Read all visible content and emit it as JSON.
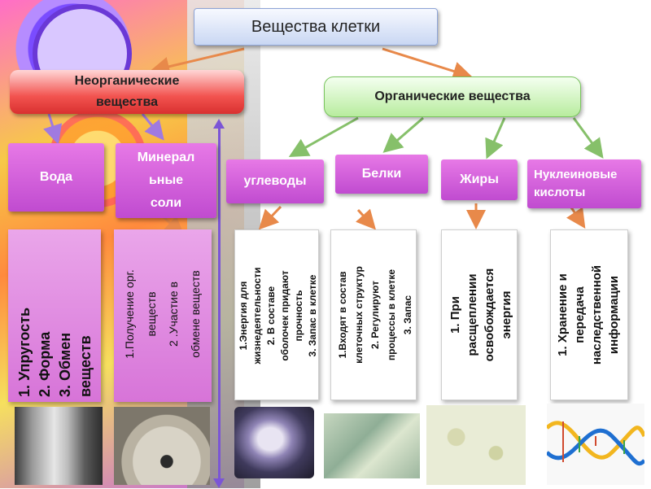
{
  "title": "Вещества клетки",
  "inorganic": {
    "line1": "Неорганические",
    "line2": "вещества"
  },
  "organic": "Органические вещества",
  "water": "Вода",
  "minerals": {
    "line1": "Минерал",
    "line2": "ьные",
    "line3": "соли"
  },
  "carbs": "углеводы",
  "proteins": "Белки",
  "fats": "Жиры",
  "nucleic": {
    "line1": "Нуклеиновые",
    "line2": "кислоты"
  },
  "water_props": [
    "1.   Упругость",
    "2.   Форма",
    "3.   Обмен",
    "      веществ"
  ],
  "mineral_props": [
    "1.Получение  орг.",
    "веществ",
    "2  .Участие в",
    "обмене веществ"
  ],
  "carb_props": [
    "1.Энергия для",
    "жизнедеятельности",
    "2. В составе",
    "оболочек придают",
    "прочность",
    "3. Запас в клетке"
  ],
  "protein_props": [
    "1.Входят в состав",
    "клеточных структур",
    "2. Регулируют",
    "процессы в клетке",
    "3. Запас"
  ],
  "fat_props": [
    "1. При",
    "расщеплении",
    "освобождается",
    "энергия"
  ],
  "nucleic_props": [
    "1. Хранение и",
    "передача",
    "наследственной",
    "информации"
  ],
  "colors": {
    "pink": "#d35fd6",
    "arrow_orange": "#e8894a",
    "arrow_green": "#86c06a",
    "arrow_purple": "#7b55d6"
  }
}
